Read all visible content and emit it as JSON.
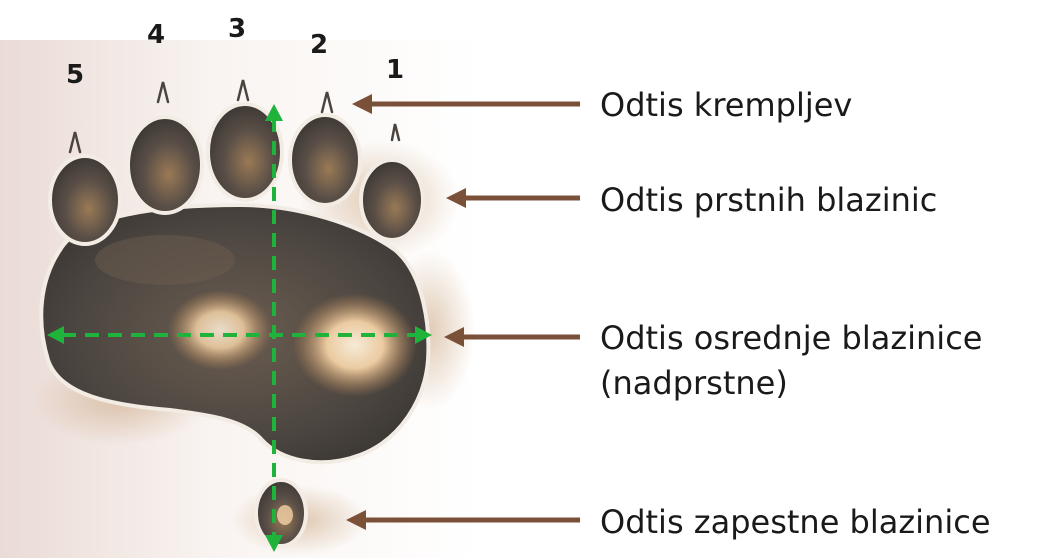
{
  "digits": {
    "d1": "1",
    "d2": "2",
    "d3": "3",
    "d4": "4",
    "d5": "5"
  },
  "labels": {
    "claws": "Odtis krempljev",
    "digital_pads": "Odtis prstnih blazinic",
    "metacarpal_pad_line1": "Odtis osrednje blazinice",
    "metacarpal_pad_line2": "(nadprstne)",
    "carpal_pad": "Odtis zapestne blazinice"
  },
  "colors": {
    "arrow": "#7a5038",
    "measure_line": "#1fb33c",
    "pad_dark": "#4a443f",
    "pad_rim": "#f2ece4",
    "smudge": "#c9a27a"
  }
}
